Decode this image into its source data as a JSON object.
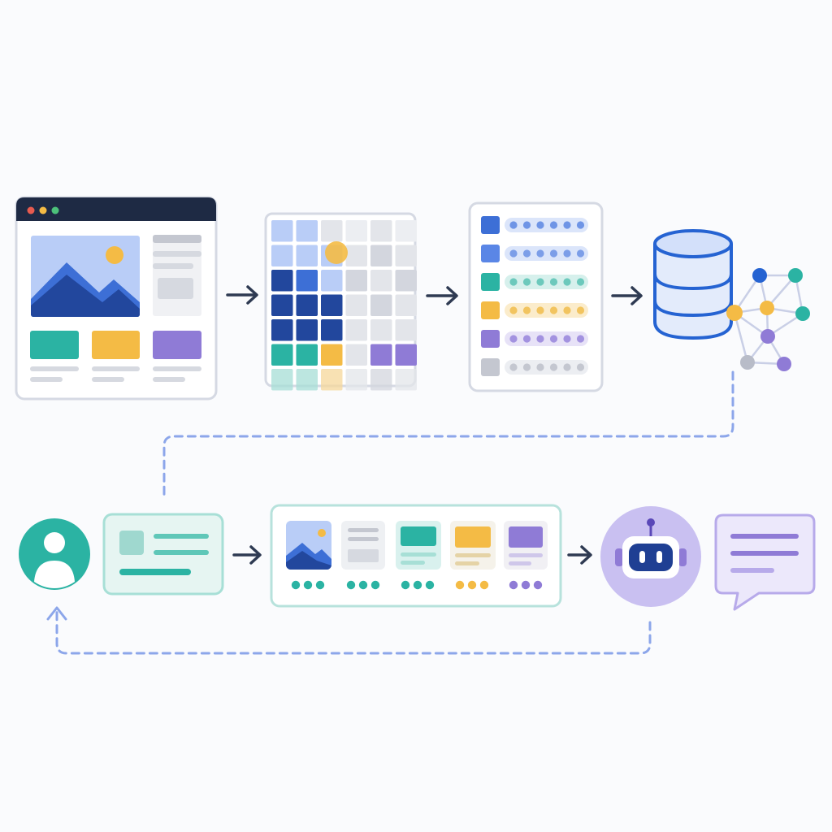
{
  "palette": {
    "navy": "#1e2a44",
    "blue_dark": "#22479d",
    "blue": "#3d6fd6",
    "blue_light": "#b9cdf7",
    "teal": "#2bb3a3",
    "teal_light": "#d9f1ee",
    "yellow": "#f4bb45",
    "purple": "#8f7bd6",
    "purple_light": "#ece8fb",
    "gray": "#c4c7d0",
    "gray_light": "#e3e5ea",
    "red": "#e85b4f",
    "green": "#4cc17a",
    "dashed": "#8ca6ea"
  },
  "steps": [
    {
      "id": "web-page",
      "icon": "browser-window-icon"
    },
    {
      "id": "patch-grid",
      "icon": "image-patch-grid-icon"
    },
    {
      "id": "embedding-list",
      "icon": "embedding-vectors-icon"
    },
    {
      "id": "vector-store",
      "icon": "database-icon"
    },
    {
      "id": "knowledge-graph",
      "icon": "network-graph-icon"
    },
    {
      "id": "user",
      "icon": "user-avatar-icon"
    },
    {
      "id": "query",
      "icon": "query-card-icon"
    },
    {
      "id": "retrieved-results",
      "icon": "retrieved-cards-icon"
    },
    {
      "id": "assistant",
      "icon": "robot-icon"
    },
    {
      "id": "response",
      "icon": "speech-bubble-icon"
    }
  ]
}
